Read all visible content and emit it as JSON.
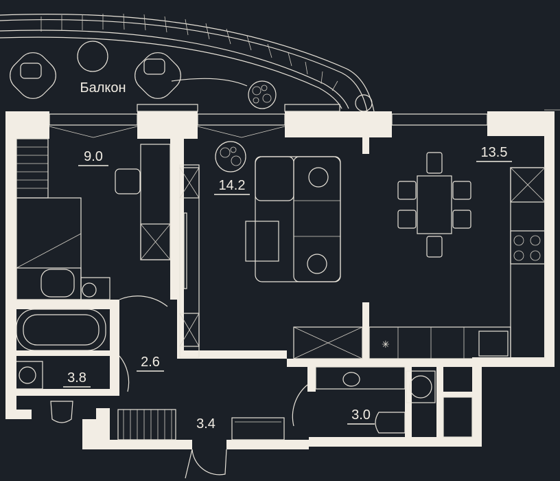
{
  "rooms": [
    {
      "id": "balcony",
      "label": "Балкон"
    },
    {
      "id": "bedroom",
      "label": "9.0"
    },
    {
      "id": "living",
      "label": "14.2"
    },
    {
      "id": "kitchen",
      "label": "13.5"
    },
    {
      "id": "bathroom",
      "label": "3.8"
    },
    {
      "id": "corridor",
      "label": "2.6"
    },
    {
      "id": "hall",
      "label": "3.4"
    },
    {
      "id": "wc",
      "label": "3.0"
    }
  ],
  "colors": {
    "background": "#1b2027",
    "walls": "#f2ede4",
    "lines": "#e9e4da"
  }
}
